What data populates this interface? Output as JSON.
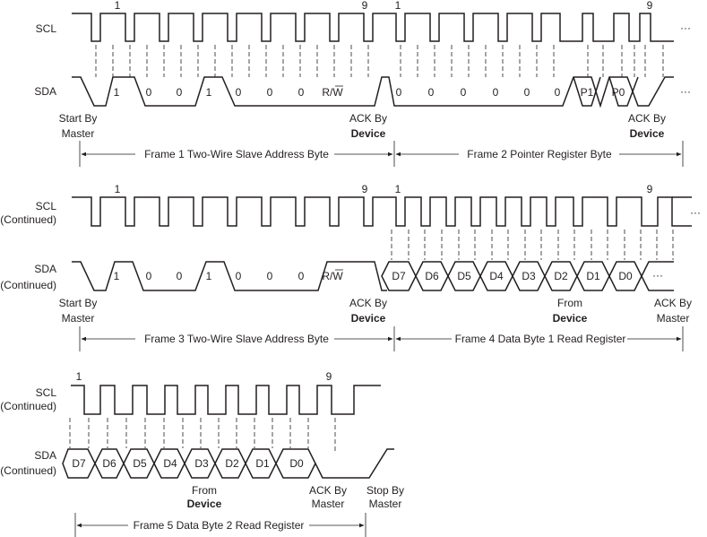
{
  "signals": {
    "scl": "SCL",
    "sda": "SDA",
    "continued": "(Continued)"
  },
  "ellipsis": "···",
  "bar_w": "W",
  "panel1": {
    "scl_numbers": [
      "1",
      "9",
      "1",
      "9"
    ],
    "sda_bits": [
      "1",
      "0",
      "0",
      "1",
      "0",
      "0",
      "0",
      "R/W",
      "0",
      "0",
      "0",
      "0",
      "0",
      "0",
      "P1",
      "P0"
    ],
    "notes": {
      "start": [
        "Start By",
        "Master"
      ],
      "ack_device_1": [
        "ACK By",
        "Device"
      ],
      "ack_device_2": [
        "ACK By",
        "Device"
      ]
    },
    "frames": [
      "Frame 1 Two-Wire Slave Address Byte",
      "Frame 2 Pointer Register Byte"
    ]
  },
  "panel2": {
    "scl_numbers": [
      "1",
      "9",
      "1",
      "9"
    ],
    "sda_bits": [
      "1",
      "0",
      "0",
      "1",
      "0",
      "0",
      "0",
      "R/W",
      "D7",
      "D6",
      "D5",
      "D4",
      "D3",
      "D2",
      "D1",
      "D0"
    ],
    "notes": {
      "start": [
        "Start By",
        "Master"
      ],
      "ack_device": [
        "ACK By",
        "Device"
      ],
      "from_device": [
        "From",
        "Device"
      ],
      "ack_master": [
        "ACK By",
        "Master"
      ]
    },
    "frames": [
      "Frame 3 Two-Wire Slave Address Byte",
      "Frame 4 Data Byte 1 Read Register"
    ]
  },
  "panel3": {
    "scl_numbers": [
      "1",
      "9"
    ],
    "sda_bits": [
      "D7",
      "D6",
      "D5",
      "D4",
      "D3",
      "D2",
      "D1",
      "D0"
    ],
    "notes": {
      "from_device": [
        "From",
        "Device"
      ],
      "ack_master": [
        "ACK By",
        "Master"
      ],
      "stop": [
        "Stop By",
        "Master"
      ]
    },
    "frames": [
      "Frame 5 Data Byte 2 Read Register"
    ]
  }
}
